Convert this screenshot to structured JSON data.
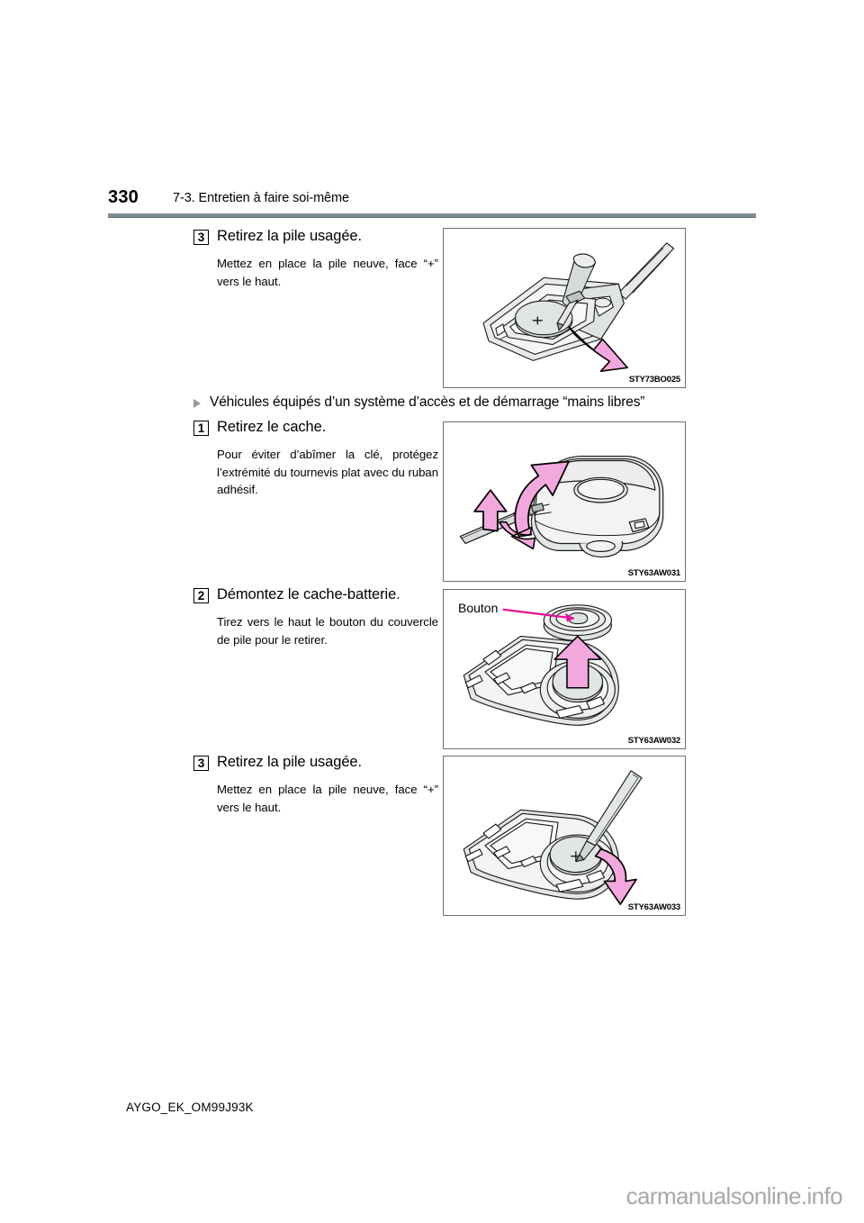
{
  "header": {
    "page_number": "330",
    "section_title": "7-3. Entretien à faire soi-même"
  },
  "subsection": {
    "bullet_icon": "triangle-right-icon",
    "label": "Véhicules équipés d’un système d’accès et de démarrage “mains libres”"
  },
  "steps": [
    {
      "number": "3",
      "title": "Retirez la pile usagée.",
      "body": "Mettez en place la pile neuve, face “+” vers le haut."
    },
    {
      "number": "1",
      "title": "Retirez le cache.",
      "body": "Pour éviter d’abîmer la clé, protégez l’extrémité du tournevis plat avec du ruban adhésif."
    },
    {
      "number": "2",
      "title": "Démontez le cache-batterie.",
      "body": "Tirez vers le haut le bouton du couvercle de pile pour le retirer."
    },
    {
      "number": "3",
      "title": "Retirez la pile usagée.",
      "body": "Mettez en place la pile neuve, face “+” vers le haut."
    }
  ],
  "figures": [
    {
      "code": "STY73BO025",
      "alt_name": "key-battery-removal-screwdriver",
      "callout": null
    },
    {
      "code": "STY63AW031",
      "alt_name": "smart-key-cover-removal",
      "callout": null
    },
    {
      "code": "STY63AW032",
      "alt_name": "smart-key-battery-cover-lift",
      "callout": "Bouton"
    },
    {
      "code": "STY63AW033",
      "alt_name": "smart-key-old-battery-removal",
      "callout": null
    }
  ],
  "footer": {
    "document_code": "AYGO_EK_OM99J93K",
    "watermark": "carmanualsonline.info"
  },
  "colors": {
    "rule": "#7b8f93",
    "arrow_fill": "#f2a8dd",
    "arrow_stroke": "#000000",
    "callout_line": "#e2109b",
    "part_fill": "#d9dcdc",
    "watermark": "#a8a8a8"
  }
}
